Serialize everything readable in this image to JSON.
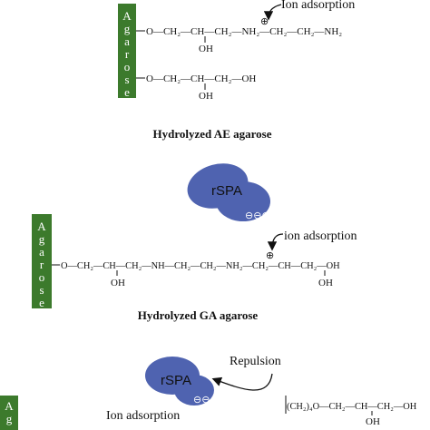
{
  "colors": {
    "agarose_green": "#3c7a2c",
    "protein_blue": "#4f63b0",
    "line": "#111111"
  },
  "top_panel": {
    "bar_letters": [
      "A",
      "g",
      "a",
      "r",
      "o",
      "s",
      "e"
    ],
    "ion_label": "Ion adsorption",
    "chain1": "O—CH₂—CH—CH₂—NH₂—CH₂—CH₂—NH₂",
    "chain1_oh": "OH",
    "chain1_plus": "⊕",
    "chain2": "O—CH₂—CH—CH₂—OH",
    "chain2_oh": "OH",
    "caption": "Hydrolyzed AE agarose"
  },
  "middle_panel": {
    "bar_letters": [
      "A",
      "g",
      "a",
      "r",
      "o",
      "s",
      "e"
    ],
    "protein_label": "rSPA",
    "minus_signs": "⊖⊖⊖",
    "ion_label": "ion adsorption",
    "chain": "O—CH₂—CH—CH₂—NH—CH₂—CH₂—NH₂—CH₂—CH—CH₂—OH",
    "oh_left": "OH",
    "oh_right": "OH",
    "plus": "⊕",
    "caption": "Hydrolyzed GA agarose"
  },
  "bottom_panel": {
    "bar_letters": [
      "A",
      "g"
    ],
    "protein_label": "rSPA",
    "minus_signs": "⊖⊖",
    "repulsion_label": "Repulsion",
    "ion_label": "Ion adsorption",
    "chain": "(CH₂)₄O—CH₂—CH—CH₂—OH",
    "oh": "OH"
  }
}
